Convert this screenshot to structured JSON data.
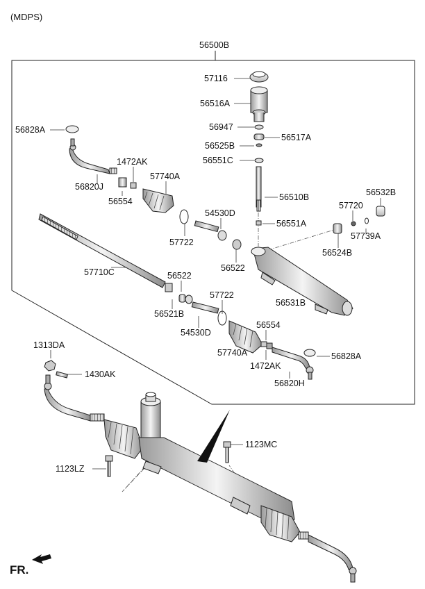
{
  "header": {
    "variant": "(MDPS)"
  },
  "assembly_no": "56500B",
  "direction_label": "FR.",
  "parts": {
    "p57116": "57116",
    "p56516A": "56516A",
    "p56947": "56947",
    "p56517A": "56517A",
    "p56525B": "56525B",
    "p56551C": "56551C",
    "p56510B": "56510B",
    "p56551A": "56551A",
    "p56532B": "56532B",
    "p57720": "57720",
    "p57739A": "57739A",
    "p56524B": "56524B",
    "p56531B": "56531B",
    "p56828A_l": "56828A",
    "p56820J": "56820J",
    "p1472AK_l": "1472AK",
    "p56554_l": "56554",
    "p57740A_l": "57740A",
    "p57722_l": "57722",
    "p54530D_l": "54530D",
    "p56522_l": "56522",
    "p57710C": "57710C",
    "p56522_r": "56522",
    "p56521B": "56521B",
    "p57722_r": "57722",
    "p54530D_r": "54530D",
    "p56554_r": "56554",
    "p57740A_r": "57740A",
    "p1472AK_r": "1472AK",
    "p56828A_r": "56828A",
    "p56820H": "56820H",
    "p1313DA": "1313DA",
    "p1430AK": "1430AK",
    "p1123MC": "1123MC",
    "p1123LZ": "1123LZ"
  }
}
